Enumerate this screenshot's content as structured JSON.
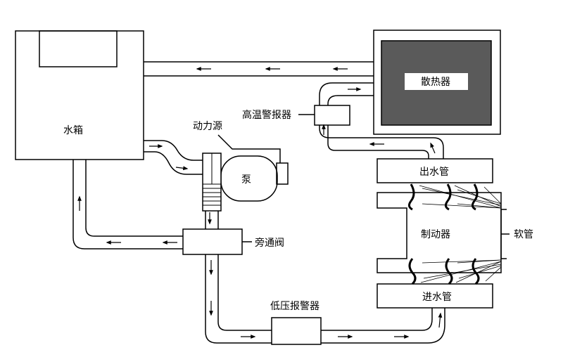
{
  "labels": {
    "tank": "水箱",
    "radiator": "散热器",
    "alarm_high": "高温警报器",
    "power": "动力源",
    "pump": "泵",
    "bypass": "旁通阀",
    "outlet": "出水管",
    "brake": "制动器",
    "hose": "软管",
    "inlet": "进水管",
    "alarm_low": "低压报警器"
  },
  "colors": {
    "line": "#000000",
    "radiator_core": "#5a5a5a",
    "background": "#ffffff"
  }
}
